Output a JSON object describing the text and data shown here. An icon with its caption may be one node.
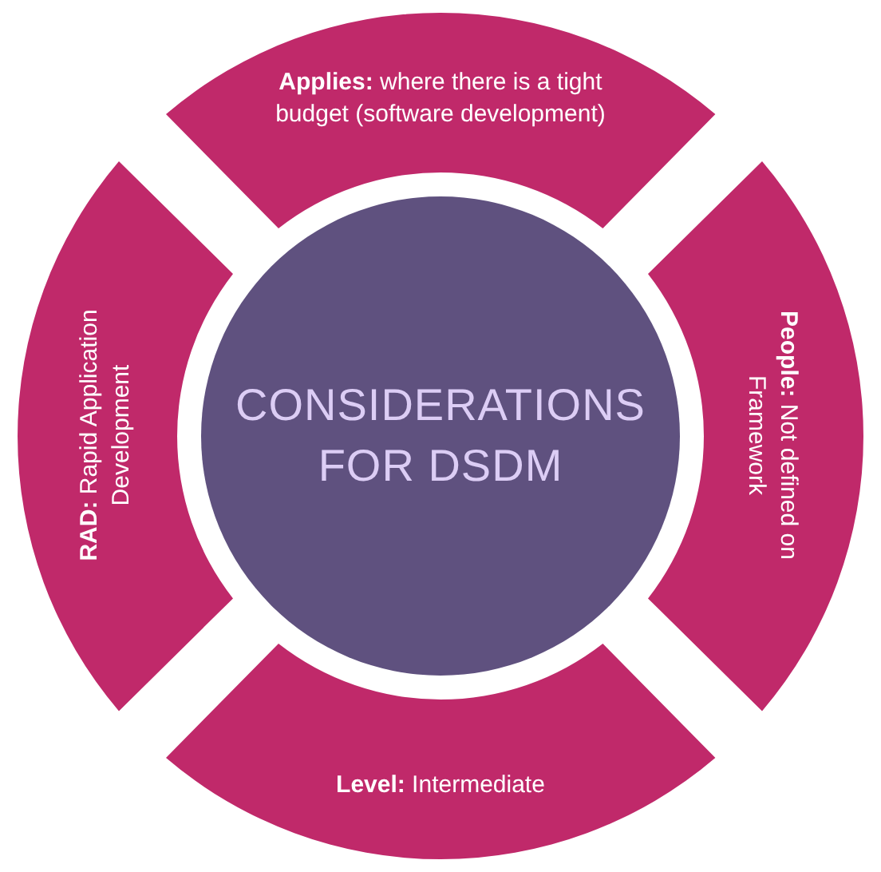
{
  "diagram": {
    "nodes": [
      {
        "text": [
          "**Applies:** where there is a tight budget (software development)"
        ]
      },
      {
        "text": [
          "**RAD:** Rapid Application Development"
        ]
      },
      {
        "text": [
          "CONSIDERATIONS FOR DSDM"
        ]
      },
      {
        "text": [
          "**People:** Not defined on Framework"
        ]
      },
      {
        "text": [
          "**Level:** Intermediate"
        ]
      }
    ],
    "edges": []
  }
}
